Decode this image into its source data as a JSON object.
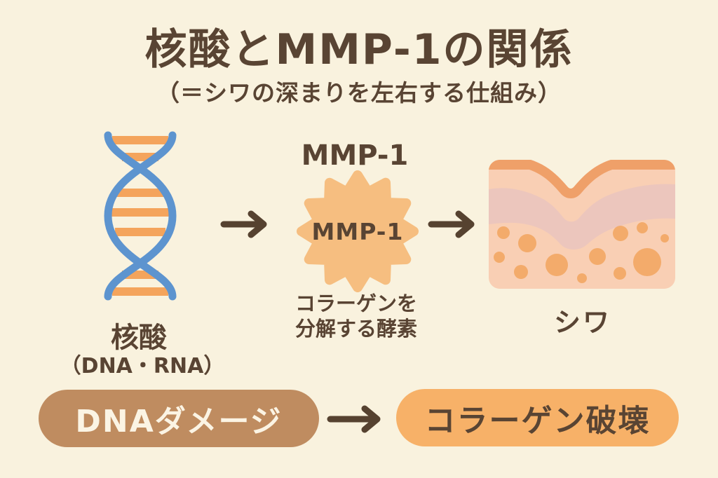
{
  "colors": {
    "bg": "#f9f2de",
    "ink": "#594433",
    "arrow": "#564230",
    "dna-blue": "#5d94cf",
    "dna-orange": "#f4a45c",
    "blob-orange": "#f6be80",
    "skin-base": "#f9cfb4",
    "skin-epidermis": "#efa069",
    "skin-dermis-band": "#ecc6bd",
    "skin-dots": "#f3ab6b",
    "pill-left-bg": "#bf8c60",
    "pill-left-text": "#fbf4e4",
    "pill-right-bg": "#f7b168",
    "pill-right-text": "#594433"
  },
  "header": {
    "title": "核酸とMMP-1の関係",
    "subtitle": "（＝シワの深まりを左右する仕組み）"
  },
  "flow": {
    "dna": {
      "label": "核酸",
      "sublabel": "（DNA・RNA）"
    },
    "enzyme": {
      "heading": "MMP-1",
      "blob_label": "MMP-1",
      "caption_line1": "コラーゲンを",
      "caption_line2": "分解する酵素"
    },
    "skin": {
      "label": "シワ"
    }
  },
  "bottom": {
    "cause_pill": "DNAダメージ",
    "effect_pill": "コラーゲン破壊"
  }
}
